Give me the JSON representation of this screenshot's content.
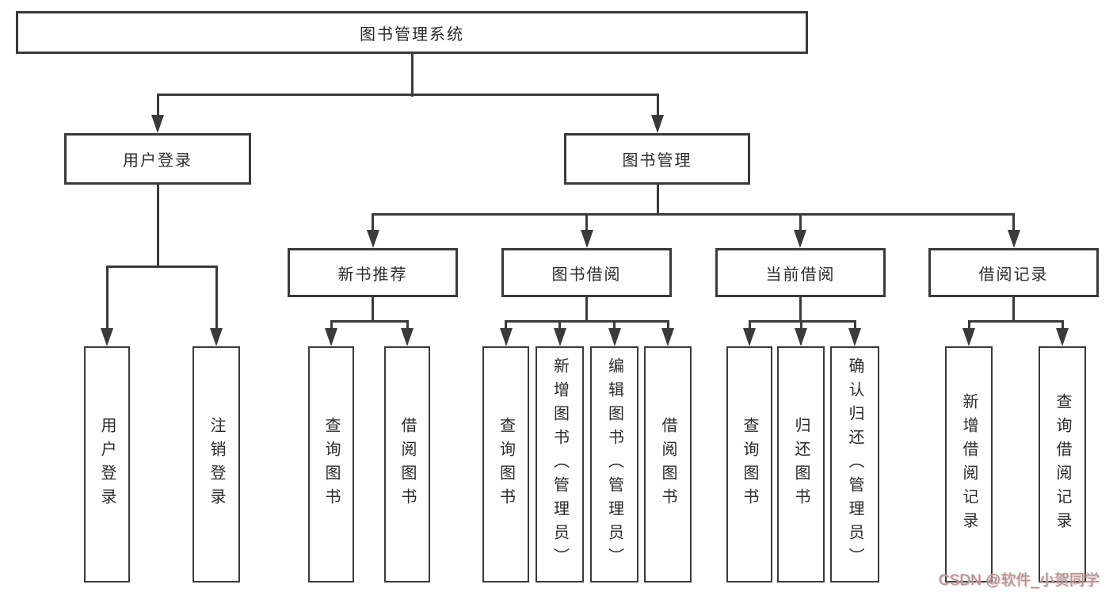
{
  "diagram": {
    "type": "hierarchy-tree",
    "title": "图书管理系统"
  },
  "hierarchy": {
    "label": "图书管理系统",
    "children": [
      {
        "label": "用户登录",
        "children": [
          {
            "label": "用户登录"
          },
          {
            "label": "注销登录"
          }
        ]
      },
      {
        "label": "图书管理",
        "children": [
          {
            "label": "新书推荐",
            "children": [
              {
                "label": "查询图书"
              },
              {
                "label": "借阅图书"
              }
            ]
          },
          {
            "label": "图书借阅",
            "children": [
              {
                "label": "查询图书"
              },
              {
                "label": "新增图书（管理员）"
              },
              {
                "label": "编辑图书（管理员）"
              },
              {
                "label": "借阅图书"
              }
            ]
          },
          {
            "label": "当前借阅",
            "children": [
              {
                "label": "查询图书"
              },
              {
                "label": "归还图书"
              },
              {
                "label": "确认归还（管理员）"
              }
            ]
          },
          {
            "label": "借阅记录",
            "children": [
              {
                "label": "新增借阅记录"
              },
              {
                "label": "查询借阅记录"
              }
            ]
          }
        ]
      }
    ]
  },
  "watermark": {
    "text": "CSDN @软件_小贺同学"
  },
  "colors": {
    "line": "#3a3a3a",
    "text": "#2b2b2b",
    "background": "#ffffff",
    "watermark": "#9b9b9b"
  }
}
